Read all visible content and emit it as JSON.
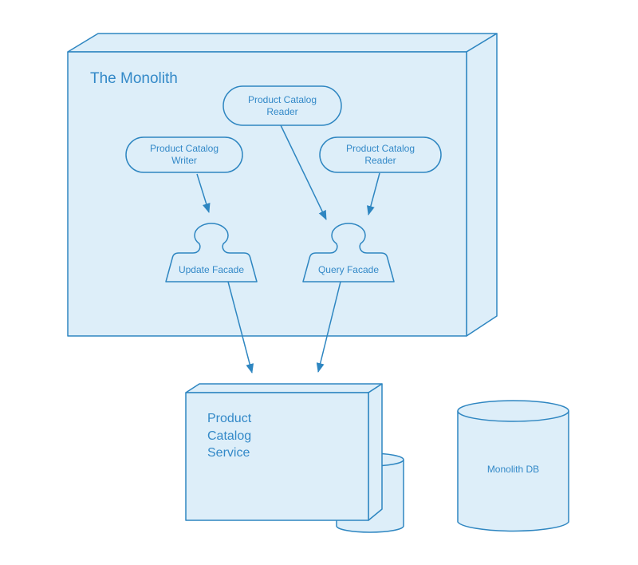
{
  "diagram": {
    "title": "The Monolith",
    "nodes": {
      "reader_top": {
        "label": "Product Catalog\nReader",
        "shape": "rounded-pill"
      },
      "writer": {
        "label": "Product Catalog\nWriter",
        "shape": "rounded-pill"
      },
      "reader_right": {
        "label": "Product Catalog\nReader",
        "shape": "rounded-pill"
      },
      "update_facade": {
        "label": "Update Facade",
        "shape": "facade-puzzle"
      },
      "query_facade": {
        "label": "Query Facade",
        "shape": "facade-puzzle"
      },
      "service": {
        "label": "Product\nCatalog\nService",
        "shape": "box-3d"
      },
      "service_db": {
        "shape": "cylinder"
      },
      "monolith_db": {
        "label": "Monolith DB",
        "shape": "cylinder"
      }
    },
    "edges": [
      {
        "from": "writer",
        "to": "update_facade"
      },
      {
        "from": "reader_top",
        "to": "query_facade"
      },
      {
        "from": "reader_right",
        "to": "query_facade"
      },
      {
        "from": "update_facade",
        "to": "service"
      },
      {
        "from": "query_facade",
        "to": "service"
      }
    ],
    "colors": {
      "stroke": "#2e86c1",
      "fill": "#ddeef9",
      "text": "#3389c8",
      "background": "#ffffff"
    }
  }
}
